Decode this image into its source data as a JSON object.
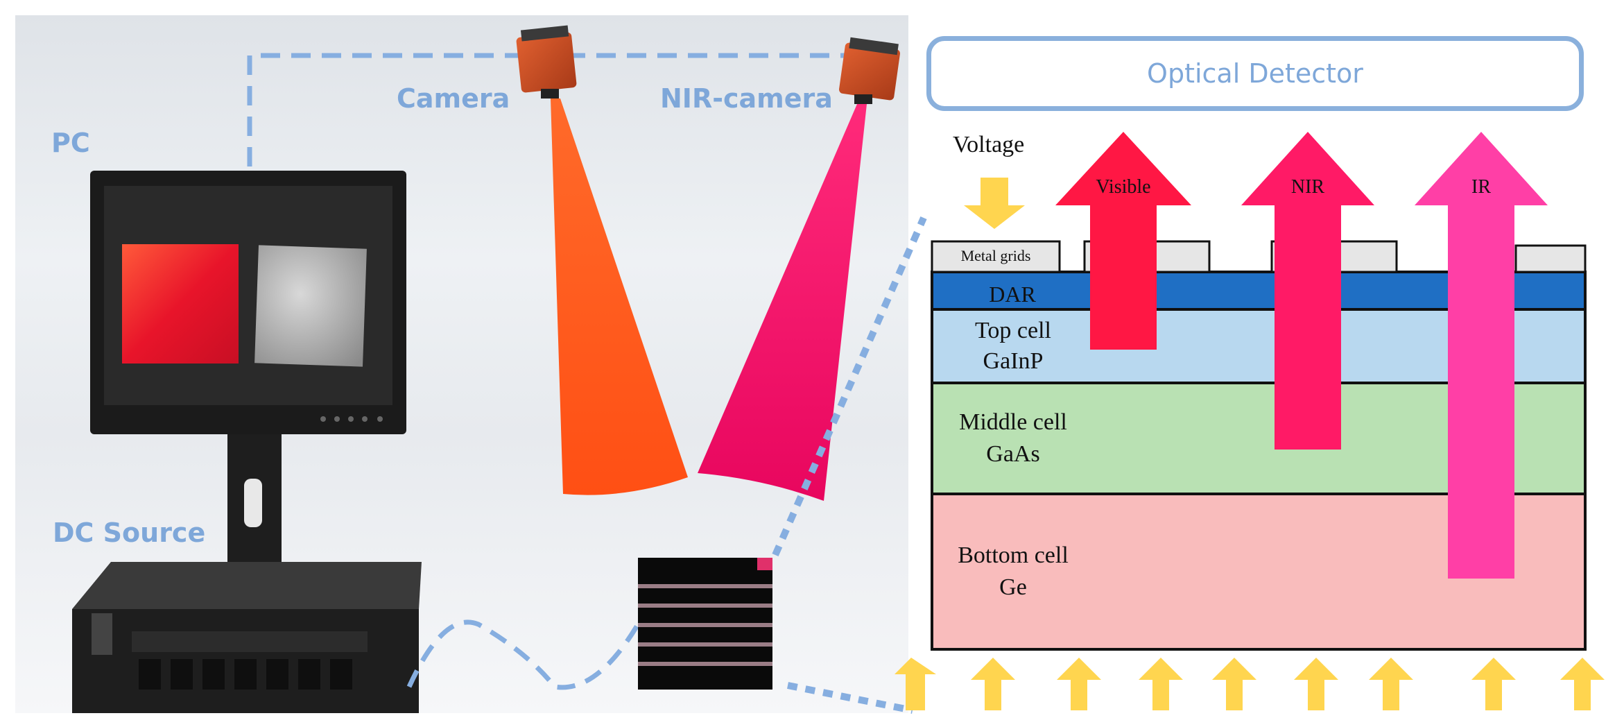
{
  "left_panel": {
    "pc_label": "PC",
    "camera_label": "Camera",
    "nir_camera_label": "NIR-camera",
    "dc_source_label": "DC Source"
  },
  "right_panel": {
    "optical_detector_label": "Optical Detector",
    "voltage_label": "Voltage",
    "metal_grids_label": "Metal grids",
    "arrows": {
      "visible": "Visible",
      "nir": "NIR",
      "ir": "IR"
    },
    "layers": {
      "dar": "DAR",
      "top_cell_line1": "Top cell",
      "top_cell_line2": "GaInP",
      "middle_cell_line1": "Middle cell",
      "middle_cell_line2": "GaAs",
      "bottom_cell_line1": "Bottom cell",
      "bottom_cell_line2": "Ge"
    }
  },
  "colors": {
    "accent_blue": "#7ea7d9",
    "dar": "#1f6fc4",
    "top_cell": "#b8d8ef",
    "middle_cell": "#b9e1b3",
    "bottom_cell": "#f9bcbc",
    "visible_arrow": "#ff1744",
    "nir_arrow": "#ff1a66",
    "ir_arrow": "#ff3fa6",
    "light_arrows": "#ffd54f",
    "camera_beam": "#ff5a1f",
    "nir_beam": "#f0106a"
  }
}
